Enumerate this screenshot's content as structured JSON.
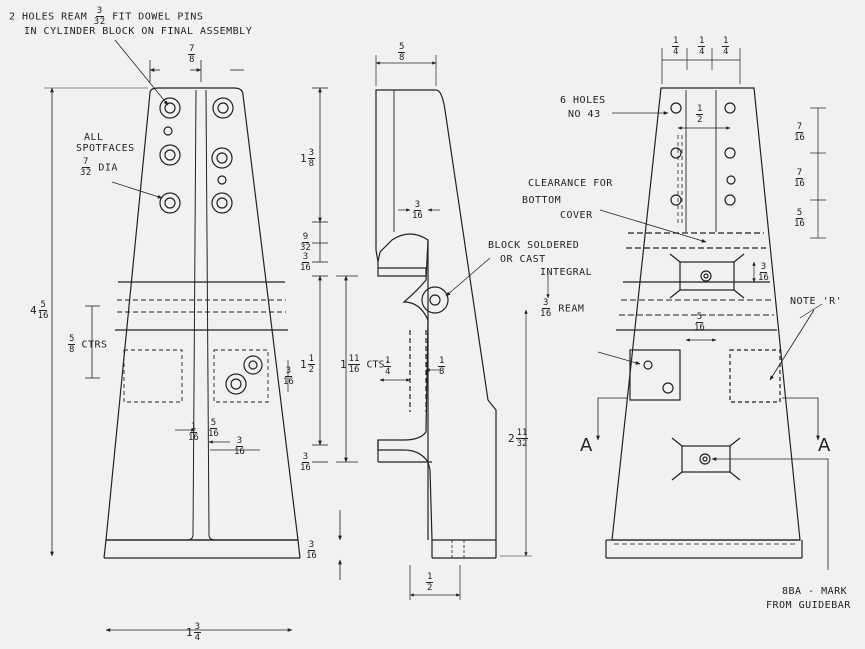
{
  "notes": {
    "dowel_1": "2 HOLES REAM",
    "dowel_frac": {
      "n": "3",
      "d": "32"
    },
    "dowel_2": "FIT DOWEL PINS",
    "dowel_3": "IN CYLINDER BLOCK ON FINAL ASSEMBLY",
    "spotfaces_1": "ALL",
    "spotfaces_2": "SPOTFACES",
    "spotfaces_frac": {
      "n": "7",
      "d": "32"
    },
    "spotfaces_3": "DIA",
    "ctrs": "CTRS",
    "six_holes_1": "6 HOLES",
    "six_holes_2": "NO 43",
    "clearance_1": "CLEARANCE FOR",
    "clearance_2": "BOTTOM",
    "clearance_3": "COVER",
    "block_1": "BLOCK SOLDERED",
    "block_2": "OR CAST",
    "block_3": "INTEGRAL",
    "ream": "REAM",
    "note_r": "NOTE 'R'",
    "section_a_left": "A",
    "section_a_right": "A",
    "mark_1": "8BA - MARK",
    "mark_2": "FROM GUIDEBAR",
    "cts": "CTS'"
  },
  "dims": {
    "d_7_8": {
      "n": "7",
      "d": "8"
    },
    "d_5_8_top": {
      "n": "5",
      "d": "8"
    },
    "d_quarter_a": {
      "n": "1",
      "d": "4"
    },
    "d_quarter_b": {
      "n": "1",
      "d": "4"
    },
    "d_quarter_c": {
      "n": "1",
      "d": "4"
    },
    "d_half_top": {
      "n": "1",
      "d": "2"
    },
    "d_7_16_a": {
      "n": "7",
      "d": "16"
    },
    "d_7_16_b": {
      "n": "7",
      "d": "16"
    },
    "d_5_16_r": {
      "n": "5",
      "d": "16"
    },
    "d_1_3_8": {
      "w": "1",
      "n": "3",
      "d": "8"
    },
    "d_9_32": {
      "n": "9",
      "d": "32"
    },
    "d_3_16_a": {
      "n": "3",
      "d": "16"
    },
    "d_3_16_web": {
      "n": "3",
      "d": "16"
    },
    "d_1_1_2": {
      "w": "1",
      "n": "1",
      "d": "2"
    },
    "d_1_11_16": {
      "w": "1",
      "n": "11",
      "d": "16"
    },
    "d_1_4_side": {
      "n": "1",
      "d": "4"
    },
    "d_1_8_side": {
      "n": "1",
      "d": "8"
    },
    "d_3_16_b": {
      "n": "3",
      "d": "16"
    },
    "d_3_16_c": {
      "n": "3",
      "d": "16"
    },
    "d_4_5_16": {
      "w": "4",
      "n": "5",
      "d": "16"
    },
    "d_5_8_ctrs": {
      "n": "5",
      "d": "8"
    },
    "d_3_16_small": {
      "n": "3",
      "d": "16"
    },
    "d_1_16": {
      "n": "1",
      "d": "16"
    },
    "d_5_16_low": {
      "n": "5",
      "d": "16"
    },
    "d_3_16_low": {
      "n": "3",
      "d": "16"
    },
    "d_1_3_4": {
      "w": "1",
      "n": "3",
      "d": "4"
    },
    "d_half_bottom": {
      "n": "1",
      "d": "2"
    },
    "d_2_11_32": {
      "w": "2",
      "n": "11",
      "d": "32"
    },
    "d_3_16_rt": {
      "n": "3",
      "d": "16"
    },
    "d_5_16_rt": {
      "n": "5",
      "d": "16"
    },
    "d_ream": {
      "n": "3",
      "d": "16"
    }
  },
  "colors": {
    "ink": "#222222",
    "paper": "#f1f1ef"
  }
}
